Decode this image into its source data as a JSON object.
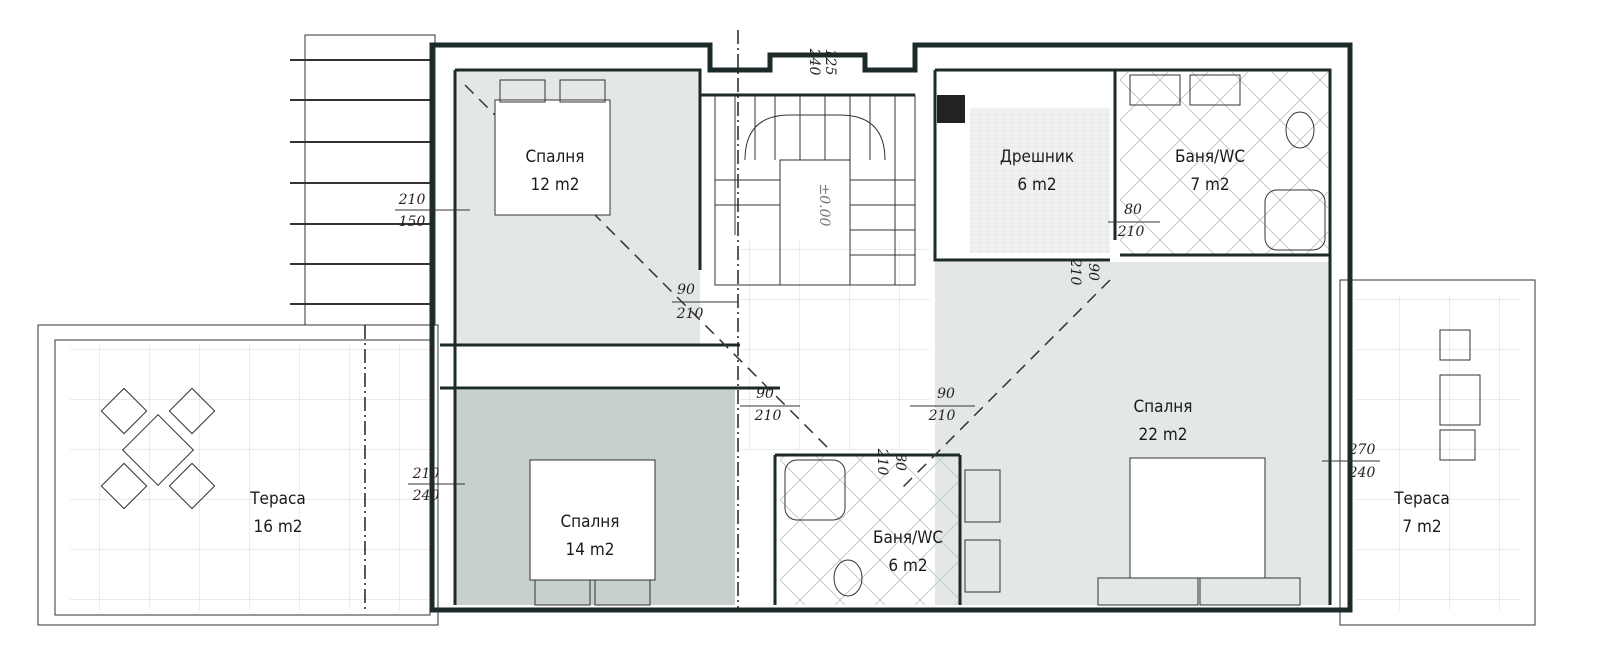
{
  "rooms": [
    {
      "name": "Спалня",
      "area": "12 m2"
    },
    {
      "name": "Спалня",
      "area": "14 m2"
    },
    {
      "name": "Дрешник",
      "area": "6 m2"
    },
    {
      "name": "Баня/WC",
      "area": "7 m2"
    },
    {
      "name": "Спалня",
      "area": "22 m2"
    },
    {
      "name": "Баня/WC",
      "area": "6 m2"
    },
    {
      "name": "Тераса",
      "area": "16 m2"
    },
    {
      "name": "Тераса",
      "area": "7 m2"
    }
  ],
  "dimensions": {
    "window_top": [
      "125",
      "240"
    ],
    "window_left": [
      "210",
      "150"
    ],
    "door_hall": [
      "90",
      "210"
    ],
    "door_bed14": [
      "90",
      "210"
    ],
    "door_bed22": [
      "90",
      "210"
    ],
    "door_wardrobe": [
      "80",
      "210"
    ],
    "door_wardrobe_b": [
      "210",
      "90"
    ],
    "door_bath6": [
      "210",
      "80"
    ],
    "terrace_left": [
      "210",
      "240"
    ],
    "terrace_right": [
      "270",
      "240"
    ]
  },
  "level_mark": "±0.00",
  "colors": {
    "wall": "#1d2a2a",
    "room_fill_light": "#e6ebe8",
    "room_fill_dark": "#c9d1cc",
    "terrace_fill": "#f4f7f5"
  }
}
